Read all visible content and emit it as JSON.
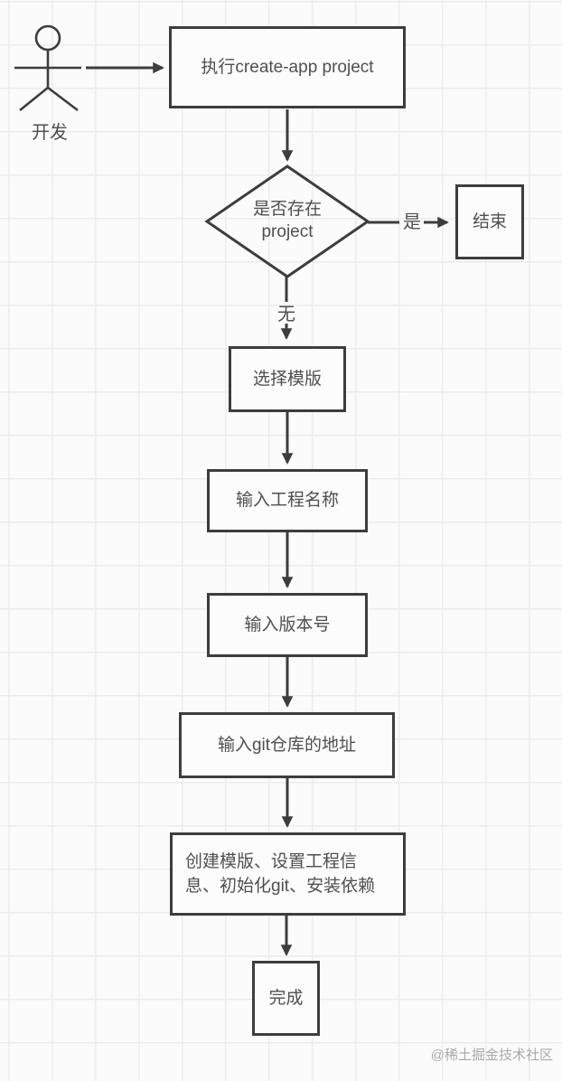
{
  "actor": {
    "label": "开发"
  },
  "nodes": {
    "start": {
      "label": "执行create-app project"
    },
    "decision": {
      "label": "是否存在\nproject"
    },
    "end": {
      "label": "结束"
    },
    "select_template": {
      "label": "选择模版"
    },
    "input_name": {
      "label": "输入工程名称"
    },
    "input_version": {
      "label": "输入版本号"
    },
    "input_git": {
      "label": "输入git仓库的地址"
    },
    "create_steps": {
      "label": "创建模版、设置工程信息、初始化git、安装依赖"
    },
    "done": {
      "label": "完成"
    }
  },
  "edge_labels": {
    "yes": "是",
    "none": "无"
  },
  "watermark": "@稀土掘金技术社区",
  "colors": {
    "stroke": "#3d3d3d",
    "text": "#4f4f4f",
    "grid": "#ececec",
    "background": "#fbfbfb",
    "node_fill": "#fcfcfc",
    "watermark": "#a9a9a9"
  }
}
